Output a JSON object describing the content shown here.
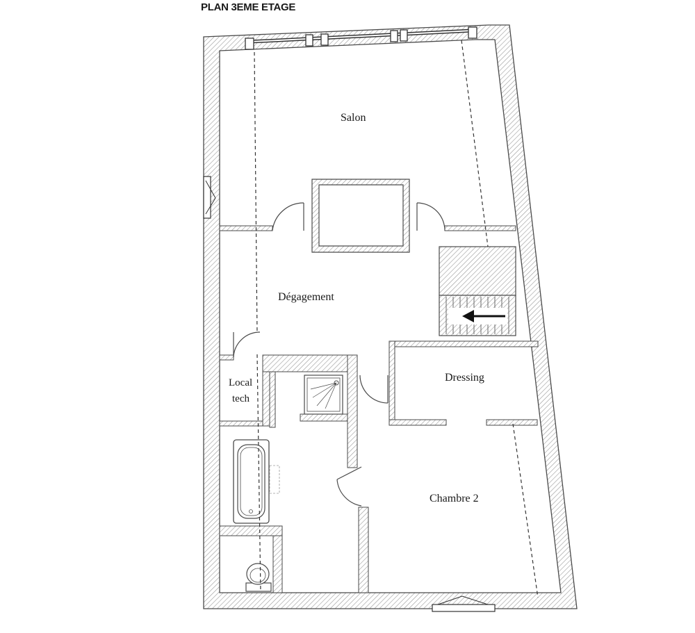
{
  "plan": {
    "title": "PLAN 3EME ETAGE",
    "rooms": {
      "salon": "Salon",
      "degagement": "Dégagement",
      "dressing": "Dressing",
      "local_tech_line1": "Local",
      "local_tech_line2": "tech",
      "chambre2": "Chambre 2"
    }
  },
  "colors": {
    "wall_line": "#4a4a4a",
    "hatch": "#9a9a9a",
    "background": "#ffffff"
  },
  "icons": [
    "stair-arrow-icon",
    "bathtub-icon",
    "shower-icon",
    "toilet-icon",
    "door-swing-icon",
    "window-icon"
  ]
}
